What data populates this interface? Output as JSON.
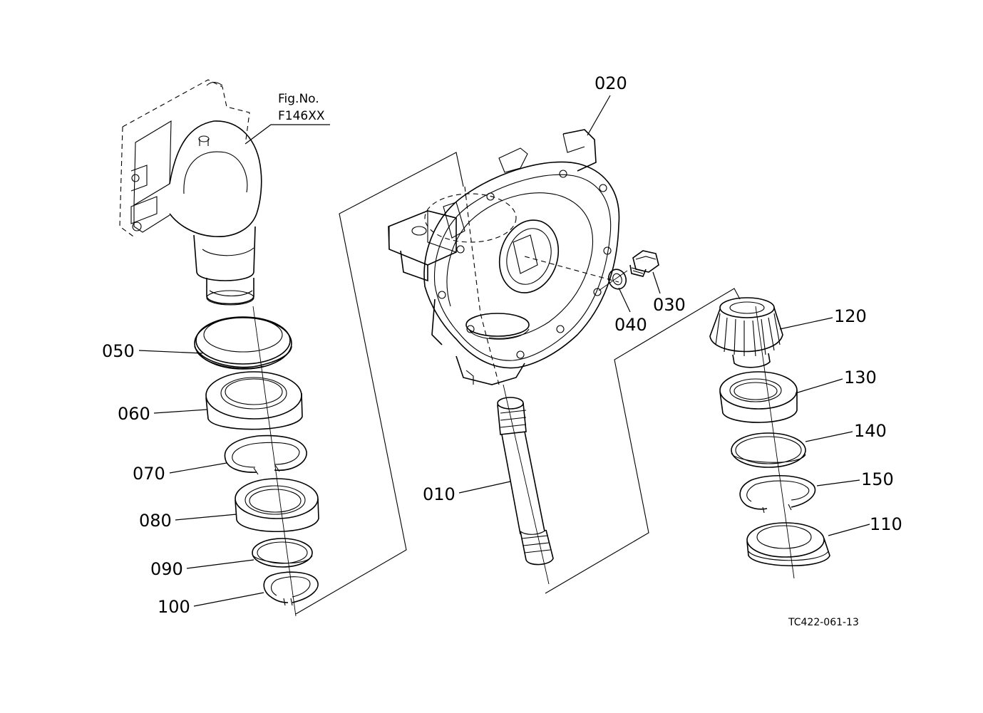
{
  "figure_ref": {
    "label": "Fig.No.",
    "number": "F146XX"
  },
  "drawing_code": "TC422-061-13",
  "parts": [
    {
      "id": "010",
      "label": "010"
    },
    {
      "id": "020",
      "label": "020"
    },
    {
      "id": "030",
      "label": "030"
    },
    {
      "id": "040",
      "label": "040"
    },
    {
      "id": "050",
      "label": "050"
    },
    {
      "id": "060",
      "label": "060"
    },
    {
      "id": "070",
      "label": "070"
    },
    {
      "id": "080",
      "label": "080"
    },
    {
      "id": "090",
      "label": "090"
    },
    {
      "id": "100",
      "label": "100"
    },
    {
      "id": "110",
      "label": "110"
    },
    {
      "id": "120",
      "label": "120"
    },
    {
      "id": "130",
      "label": "130"
    },
    {
      "id": "140",
      "label": "140"
    },
    {
      "id": "150",
      "label": "150"
    }
  ]
}
